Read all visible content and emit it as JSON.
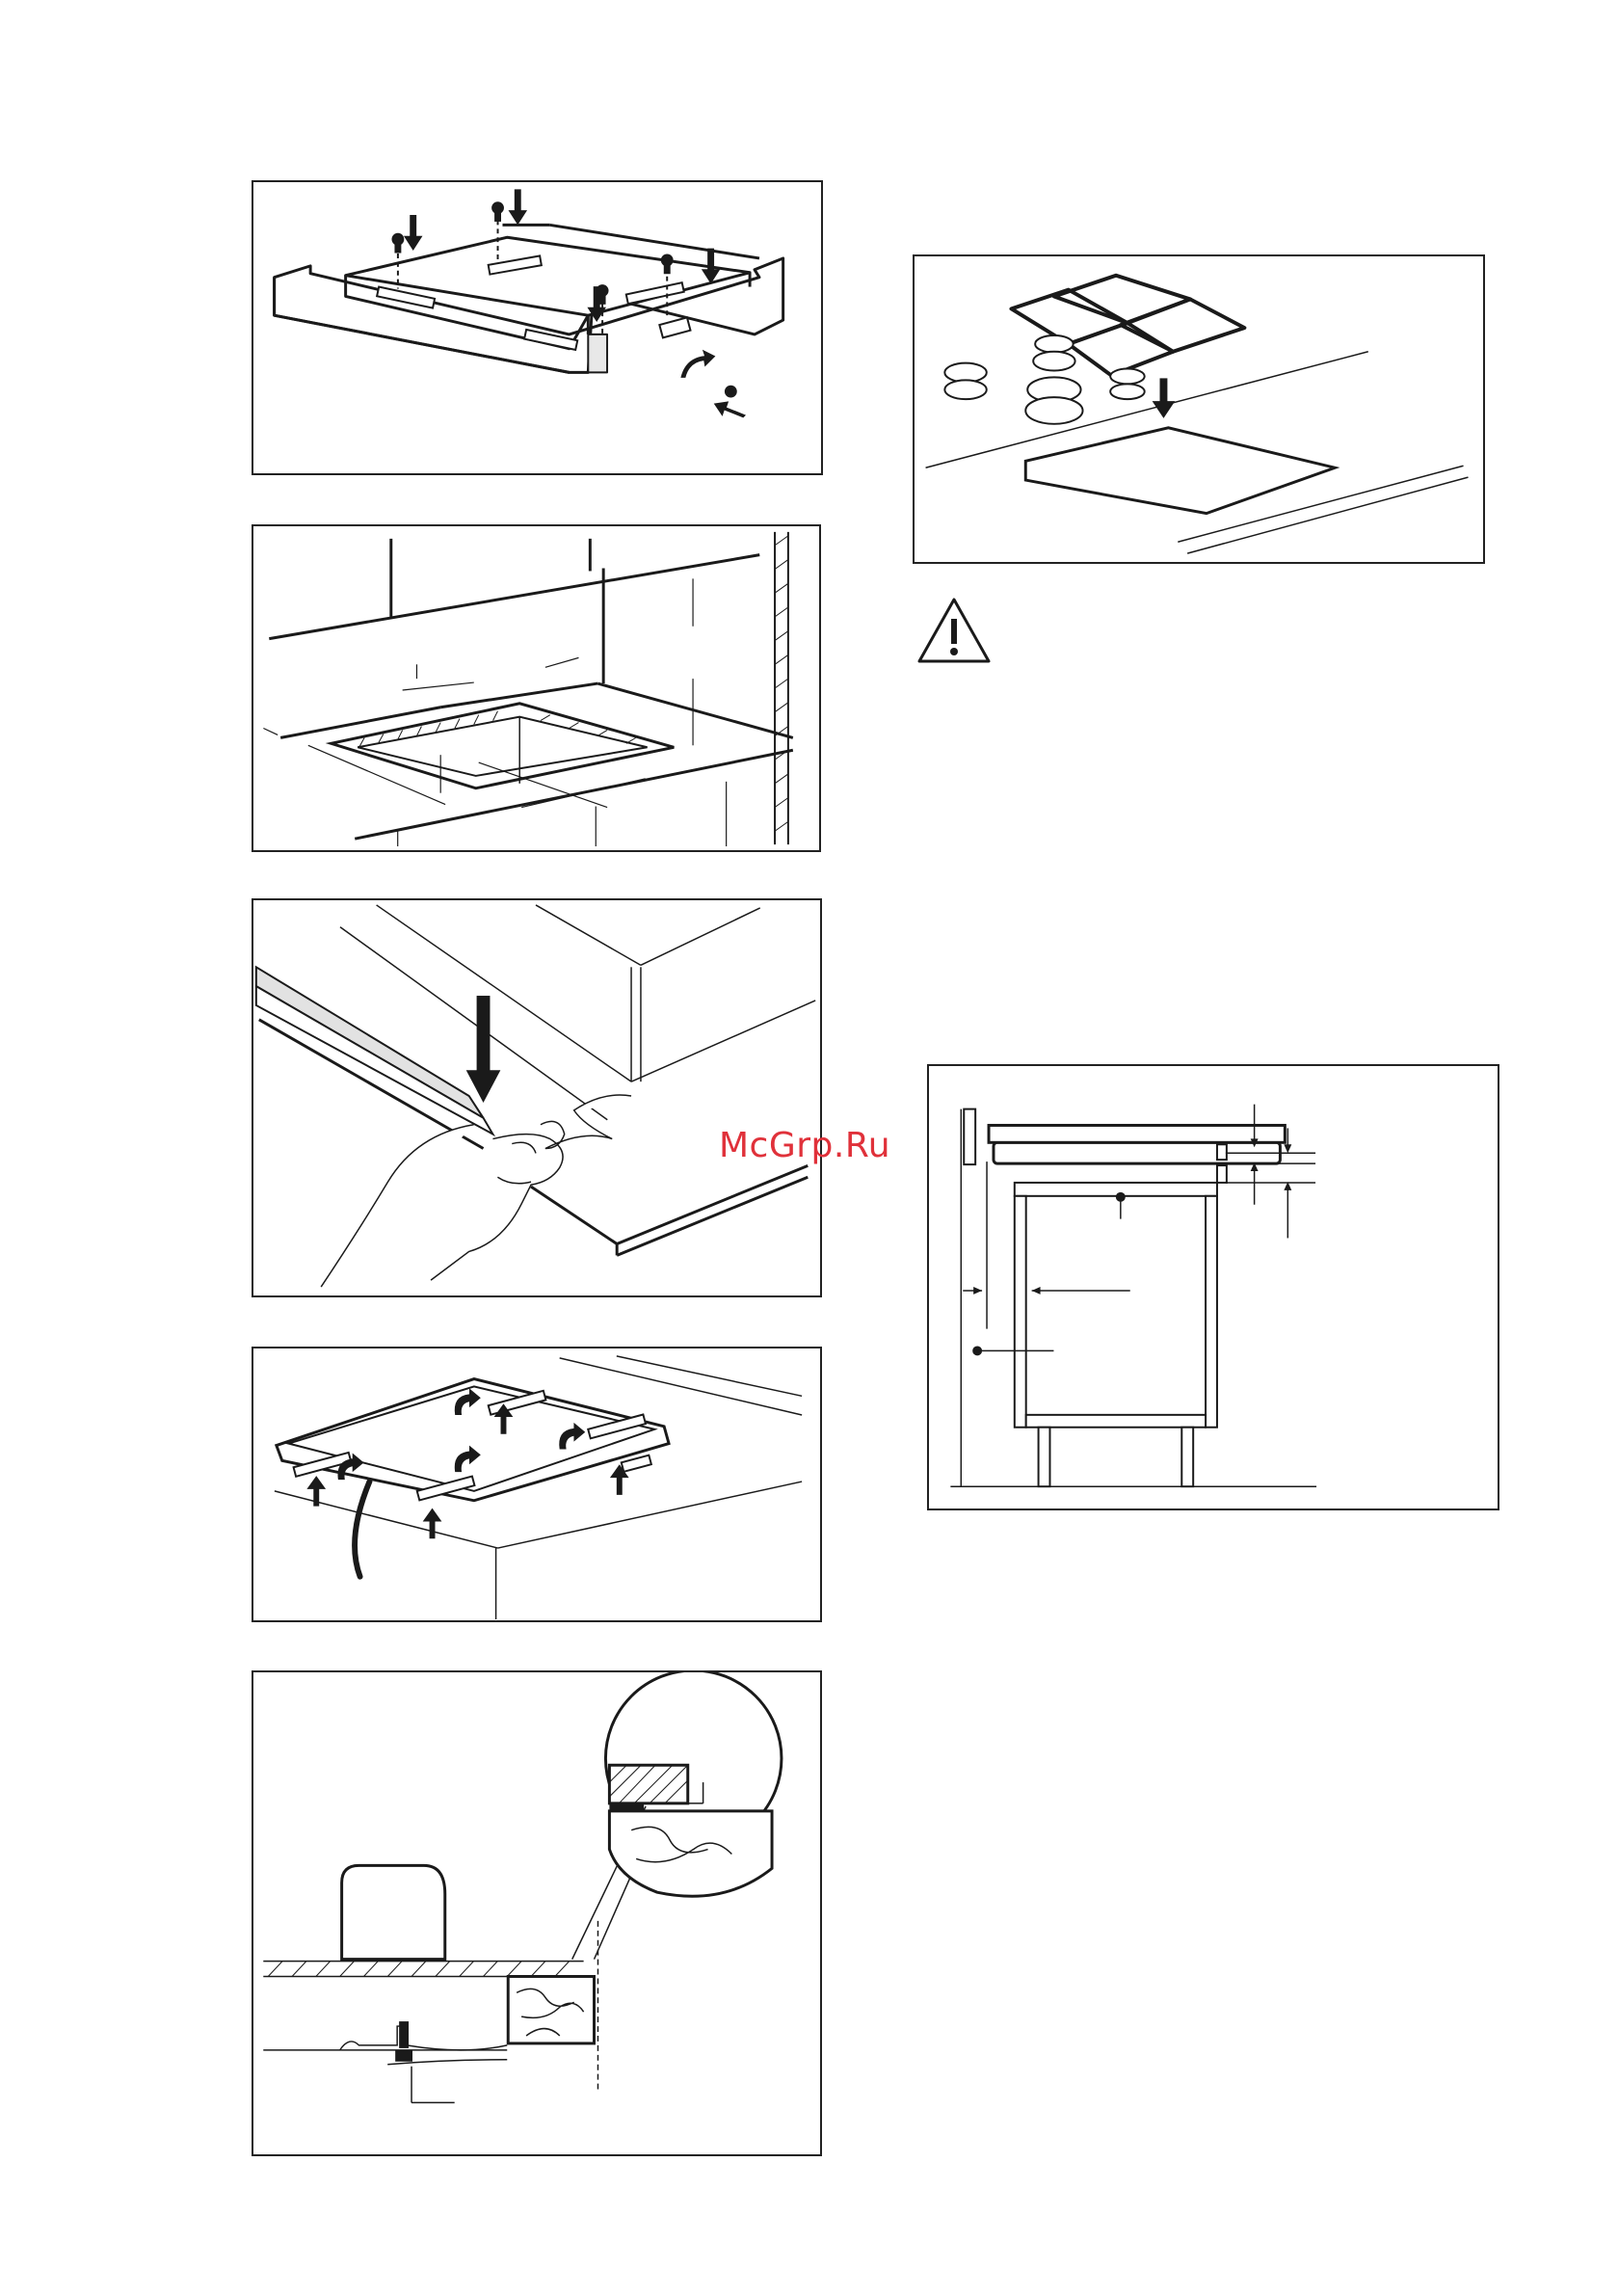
{
  "watermark": {
    "text": "McGrp.Ru",
    "color": "#e0313a"
  },
  "page": {
    "background": "#ffffff",
    "line_color": "#1a1a1a"
  },
  "figures": [
    {
      "id": "fixing-brackets-screws",
      "icon": "screws-down-arrows"
    },
    {
      "id": "cutout-dimensions",
      "icon": "worktop-cutout"
    },
    {
      "id": "sealing-strip",
      "icon": "hand-applying-seal"
    },
    {
      "id": "brackets-rotate",
      "icon": "rotate-arrows"
    },
    {
      "id": "clamp-detail",
      "icon": "magnifier-circle-detail"
    },
    {
      "id": "grid-burner-assembly",
      "icon": "pan-supports-burners"
    },
    {
      "id": "warning",
      "icon": "warning-triangle-icon"
    },
    {
      "id": "cabinet-section",
      "icon": "installation-cross-section"
    }
  ]
}
